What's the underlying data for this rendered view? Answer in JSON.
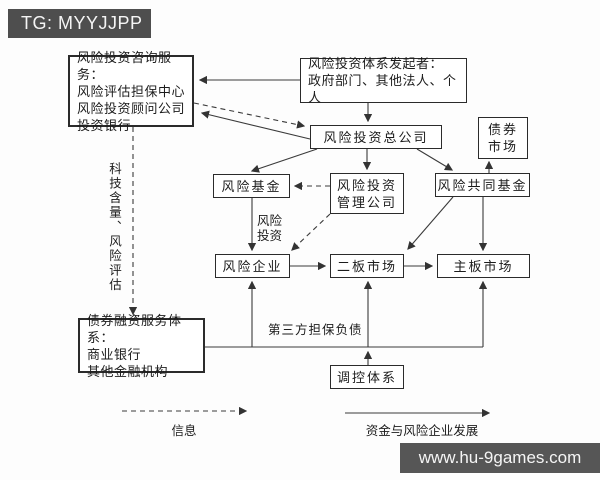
{
  "badges": {
    "tg": "TG: MYYJJPP",
    "site": "www.hu-9games.com"
  },
  "colors": {
    "badge_bg": "#4e4e4e",
    "line": "#333333",
    "box_border": "#2b2b2b",
    "background": "#fdfdfd"
  },
  "diagram": {
    "boxes": {
      "consult": {
        "lines": [
          "风险投资咨询服务：",
          "风险评估担保中心",
          "风险投资顾问公司",
          "投资银行"
        ]
      },
      "initiator": {
        "lines": [
          "风险投资体系发起者：",
          "政府部门、其他法人、个人"
        ]
      },
      "vc_hq": {
        "label": "风险投资总公司"
      },
      "bond_market": {
        "lines": [
          "债券",
          "市场"
        ]
      },
      "venture_fund": {
        "label": "风险基金"
      },
      "mgmt_co": {
        "lines": [
          "风险投资",
          "管理公司"
        ]
      },
      "mutual_fund": {
        "label": "风险共同基金"
      },
      "venture_ent": {
        "label": "风险企业"
      },
      "second_board": {
        "label": "二板市场"
      },
      "main_board": {
        "label": "主板市场"
      },
      "bond_finance": {
        "lines": [
          "债券融资服务体系：",
          "商业银行",
          "其他金融机构"
        ]
      },
      "regulation": {
        "label": "调控体系"
      }
    },
    "edge_labels": {
      "tech_content": "科技含量、风险评估",
      "risk_invest": [
        "风险",
        "投资"
      ],
      "third_party": "第三方担保负债"
    },
    "legend": {
      "dashed": "信息",
      "solid": "资金与风险企业发展"
    },
    "edges": [
      {
        "from": "initiator",
        "to": "consult",
        "style": "solid"
      },
      {
        "from": "consult",
        "to": "vc_hq",
        "style": "dashed"
      },
      {
        "from": "vc_hq",
        "to": "consult",
        "style": "solid"
      },
      {
        "from": "initiator",
        "to": "vc_hq",
        "style": "solid"
      },
      {
        "from": "vc_hq",
        "to": "venture_fund",
        "style": "solid"
      },
      {
        "from": "vc_hq",
        "to": "mgmt_co",
        "style": "solid"
      },
      {
        "from": "vc_hq",
        "to": "mutual_fund",
        "style": "solid"
      },
      {
        "from": "mgmt_co",
        "to": "venture_fund",
        "style": "dashed"
      },
      {
        "from": "venture_fund",
        "to": "venture_ent",
        "style": "solid",
        "label": "风险投资"
      },
      {
        "from": "mgmt_co",
        "to": "venture_ent",
        "style": "dashed"
      },
      {
        "from": "mutual_fund",
        "to": "bond_market",
        "style": "solid"
      },
      {
        "from": "mutual_fund",
        "to": "second_board",
        "style": "solid"
      },
      {
        "from": "mutual_fund",
        "to": "main_board",
        "style": "solid"
      },
      {
        "from": "venture_ent",
        "to": "second_board",
        "style": "solid"
      },
      {
        "from": "second_board",
        "to": "main_board",
        "style": "solid"
      },
      {
        "from": "consult",
        "to": "bond_finance",
        "style": "dashed",
        "label": "科技含量、风险评估"
      },
      {
        "from": "bond_finance",
        "to": "venture_ent,second_board,main_board",
        "style": "solid",
        "label": "第三方担保负债"
      },
      {
        "from": "regulation",
        "to": "guarantee-bus",
        "style": "solid"
      }
    ]
  }
}
